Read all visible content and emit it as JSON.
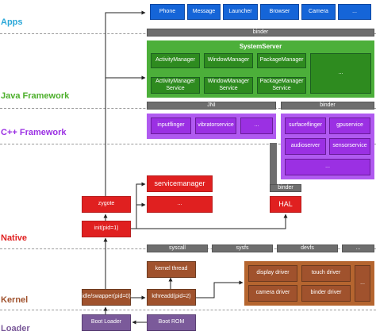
{
  "layers": {
    "apps": {
      "label": "Apps",
      "color": "#2aa7d8"
    },
    "java": {
      "label": "Java Framework",
      "color": "#4caf2a"
    },
    "cpp": {
      "label": "C++ Framework",
      "color": "#9b30e3"
    },
    "native": {
      "label": "Native",
      "color": "#e02020"
    },
    "kernel": {
      "label": "Kernel",
      "color": "#a0522d"
    },
    "loader": {
      "label": "Loader",
      "color": "#7b5a9a"
    }
  },
  "apps": [
    "Phone",
    "Message",
    "Launcher",
    "Browser",
    "Camera",
    "..."
  ],
  "binder_top": "binder",
  "system_server": {
    "title": "SystemServer",
    "managers": [
      "ActivityManager",
      "WindowManager",
      "PackageManager"
    ],
    "services": [
      "ActivityManager Service",
      "WindowManager Service",
      "PackageManager Service"
    ],
    "more": "..."
  },
  "jni": "JNI",
  "binder_right": "binder",
  "cpp_left": [
    "inputflinger",
    "vibratorservice",
    "..."
  ],
  "cpp_right": [
    "surfaceflinger",
    "gpuservice",
    "audioserver",
    "sensorservice",
    "..."
  ],
  "binder_hal": "binder",
  "native": {
    "zygote": "zygote",
    "init": "init(pid=1)",
    "servicemanager": "servicemanager",
    "more": "...",
    "hal": "HAL"
  },
  "syscall_bar": [
    "syscall",
    "sysfs",
    "devfs",
    "..."
  ],
  "kernel": {
    "kernel_thread": "kernel thread",
    "idle": "idle/swapper(pid=0)",
    "kthreadd": "kthreadd(pid=2)",
    "drivers": [
      "display driver",
      "touch driver",
      "camera driver",
      "binder driver"
    ],
    "more": "..."
  },
  "loader": {
    "boot_loader": "Boot Loader",
    "boot_rom": "Boot ROM"
  }
}
